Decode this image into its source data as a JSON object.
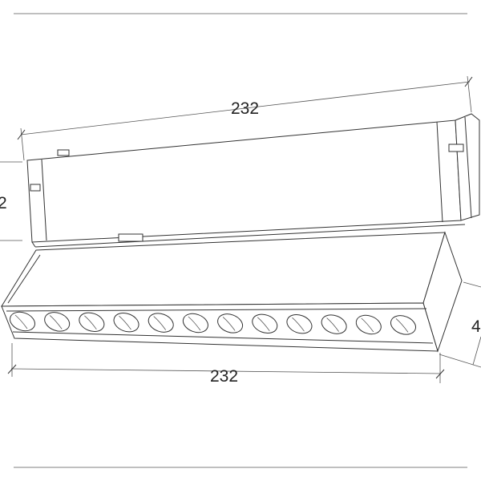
{
  "drawing": {
    "dimensions": {
      "top_length": "232",
      "bottom_length": "232",
      "left_height_partial": "2",
      "right_height_partial": "4"
    },
    "lens_count": 12,
    "line_color": "#333333",
    "background_color": "#ffffff"
  }
}
